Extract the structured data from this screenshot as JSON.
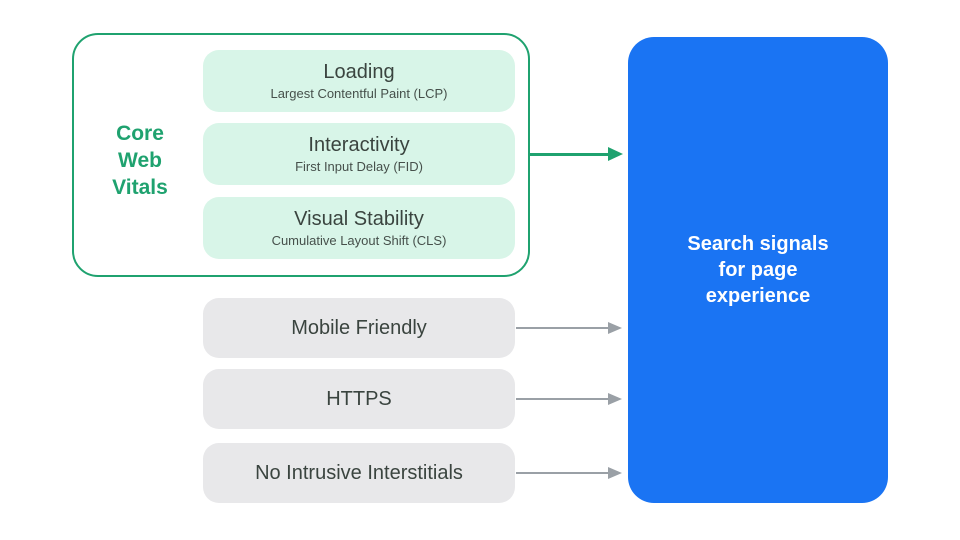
{
  "colors": {
    "green": "#1FA26F",
    "green_light": "#D8F5E8",
    "blue": "#1A74F3",
    "gray_pill": "#E8E8EA",
    "gray_arrow": "#9AA0A6",
    "title_text": "#3A443F",
    "subtitle_text": "#46504B",
    "white": "#FFFFFF"
  },
  "core_web_vitals": {
    "label_lines": [
      "Core",
      "Web",
      "Vitals"
    ],
    "items": [
      {
        "title": "Loading",
        "subtitle": "Largest Contentful Paint (LCP)"
      },
      {
        "title": "Interactivity",
        "subtitle": "First Input Delay (FID)"
      },
      {
        "title": "Visual Stability",
        "subtitle": "Cumulative Layout Shift (CLS)"
      }
    ]
  },
  "other_signals": [
    {
      "label": "Mobile Friendly"
    },
    {
      "label": "HTTPS"
    },
    {
      "label": "No Intrusive Interstitials"
    }
  ],
  "result": {
    "label_lines": [
      "Search signals",
      "for page",
      "experience"
    ]
  }
}
